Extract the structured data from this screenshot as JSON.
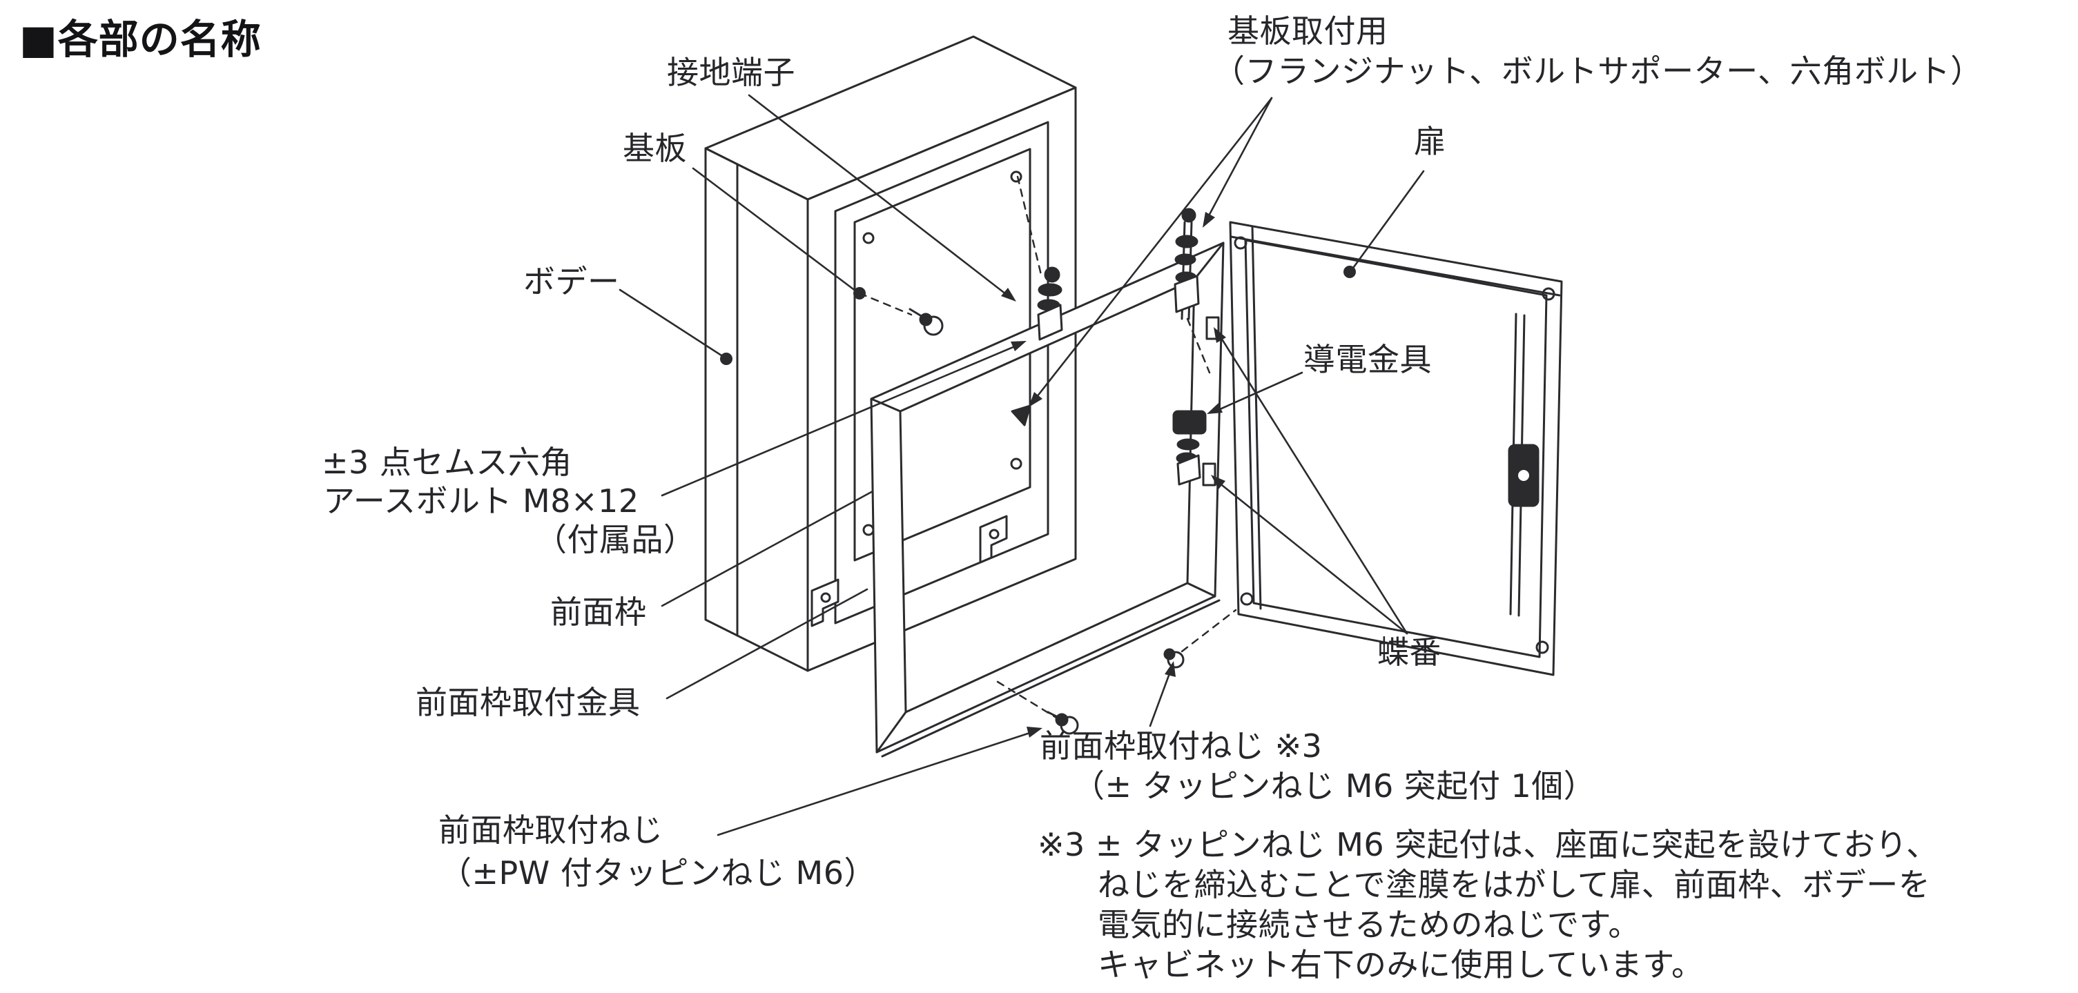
{
  "title": "■各部の名称",
  "diagram": {
    "labels": {
      "grounding_terminal": "接地端子",
      "base_plate": "基板",
      "base_plate_mounting_line1": "基板取付用",
      "base_plate_mounting_line2": "（フランジナット、ボルトサポーター、六角ボルト）",
      "door": "扉",
      "body": "ボデー",
      "conductive_fitting": "導電金具",
      "earth_bolt_line1": "±3 点セムス六角",
      "earth_bolt_line2": "アースボルト M8×12",
      "earth_bolt_line3": "（付属品）",
      "front_frame": "前面枠",
      "front_frame_bracket": "前面枠取付金具",
      "hinge": "蝶番",
      "front_frame_screw_right_line1": "前面枠取付ねじ ※3",
      "front_frame_screw_right_line2": "（± タッピンねじ M6 突起付 1個）",
      "front_frame_screw_left_line1": "前面枠取付ねじ",
      "front_frame_screw_left_line2": "（±PW 付タッピンねじ M6）"
    },
    "note": {
      "line1": "※3 ± タッピンねじ M6 突起付は、座面に突起を設けており、",
      "line2": "ねじを締込むことで塗膜をはがして扉、前面枠、ボデーを",
      "line3": "電気的に接続させるためのねじです。",
      "line4": "キャビネット右下のみに使用しています。"
    }
  },
  "colors": {
    "line": "#2b2b2e",
    "text": "#26262a",
    "background": "#ffffff"
  }
}
